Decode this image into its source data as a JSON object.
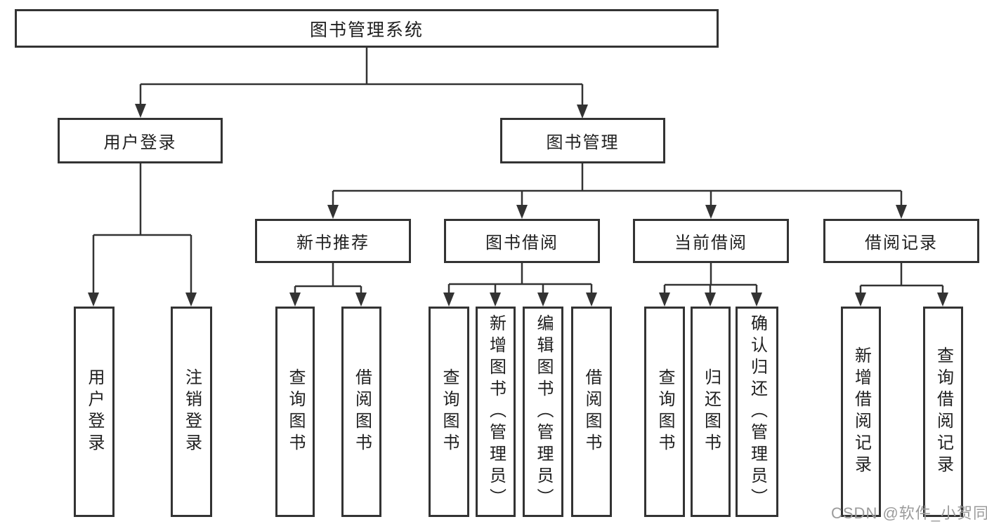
{
  "tree": {
    "root": "图书管理系统",
    "branches": [
      {
        "label": "用户登录",
        "children": [
          "用户登录",
          "注销登录"
        ]
      },
      {
        "label": "图书管理",
        "groups": [
          {
            "label": "新书推荐",
            "children": [
              "查询图书",
              "借阅图书"
            ]
          },
          {
            "label": "图书借阅",
            "children": [
              "查询图书",
              "新增图书（管理员）",
              "编辑图书（管理员）",
              "借阅图书"
            ]
          },
          {
            "label": "当前借阅",
            "children": [
              "查询图书",
              "归还图书",
              "确认归还（管理员）"
            ]
          },
          {
            "label": "借阅记录",
            "children": [
              "新增借阅记录",
              "查询借阅记录"
            ]
          }
        ]
      }
    ]
  },
  "watermark": "CSDN @软件_小贺同学",
  "colors": {
    "line": "#333333",
    "box_border": "#333333",
    "box_fill": "#ffffff",
    "text": "#1f1f1f",
    "watermark": "#9b9b9b",
    "background": "#ffffff"
  }
}
